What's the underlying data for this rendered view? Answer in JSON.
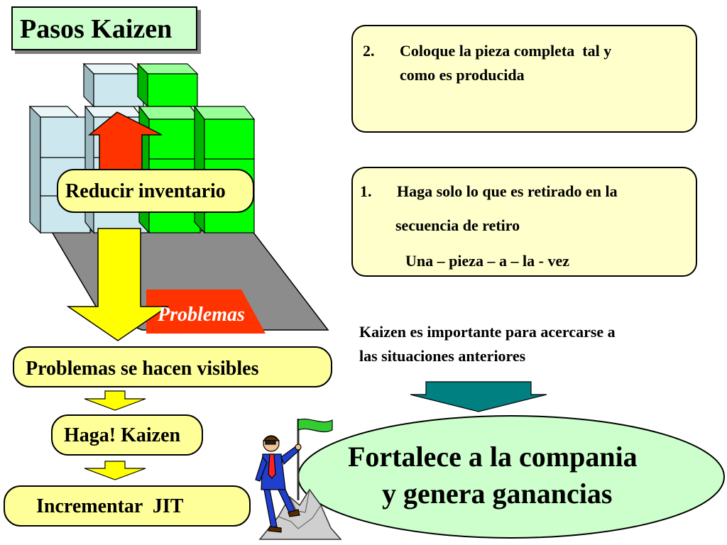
{
  "title": "Pasos Kaizen",
  "labels": {
    "reduce_inventory": "Reducir inventario",
    "problems_tag": "Problemas",
    "problems_visible": "Problemas se hacen visibles",
    "do_kaizen": "Haga! Kaizen",
    "increase_jit": "Incrementar  JIT"
  },
  "step2": {
    "number": "2.",
    "line1": "Coloque la pieza completa  tal y",
    "line2": "como es producida"
  },
  "step1": {
    "number": "1.",
    "line1": "Haga solo lo que es retirado en la",
    "line2": "secuencia de retiro",
    "line3": "Una – pieza – a – la - vez"
  },
  "note": {
    "line1": "Kaizen es importante para acercarse a",
    "line2": "las situaciones anteriores"
  },
  "result": {
    "line1": "Fortalece a la compania",
    "line2": "y genera ganancias"
  },
  "colors": {
    "cube_blue": "#cce8ee",
    "cube_green": "#00ff00",
    "floor": "#8c8c8c",
    "red_arrow": "#ff3300",
    "yellow": "#ffff00",
    "pill_yellow": "#ffff99",
    "note_yellow": "#ffffcc",
    "title_green": "#ccffcc",
    "teal_arrow": "#008080",
    "result_green": "#ccffcc"
  },
  "icons": [
    "up-arrow",
    "down-arrow",
    "flag-icon",
    "climber-figure",
    "mountain-peak"
  ]
}
